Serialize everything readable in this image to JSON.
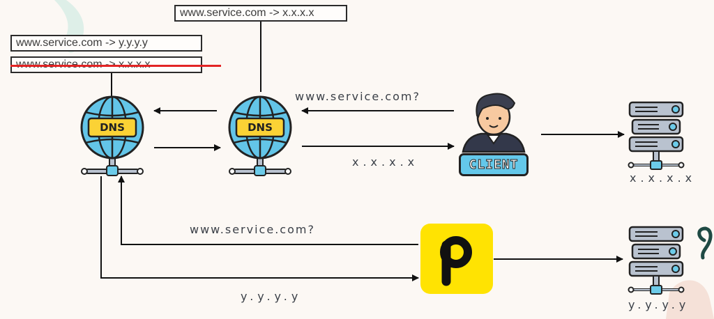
{
  "diagram": {
    "dns_left": {
      "records": [
        {
          "text": "www.service.com -> y.y.y.y",
          "struck": false
        },
        {
          "text": "www.service.com -> x.x.x.x",
          "struck": true
        }
      ],
      "tag": "DNS"
    },
    "dns_right": {
      "record": "www.service.com -> x.x.x.x",
      "tag": "DNS"
    },
    "client": {
      "label": "CLIENT"
    },
    "labels": {
      "client_query": "www.service.com?",
      "client_answer": "x.x.x.x",
      "server_top_ip": "x.x.x.x",
      "proxy_query": "www.service.com?",
      "proxy_answer": "y.y.y.y",
      "server_bottom_ip": "y.y.y.y"
    },
    "colors": {
      "globe": "#63c5e8",
      "dns_tag": "#fbd235",
      "client_tag": "#64c8ea",
      "proxy_tile": "#ffe302",
      "strike": "#e32424",
      "server": "#b9c2cf",
      "server_led": "#6ccbe9"
    },
    "icons": [
      "globe-network-icon",
      "client-person-icon",
      "server-rack-icon",
      "proxy-p-logo"
    ]
  }
}
